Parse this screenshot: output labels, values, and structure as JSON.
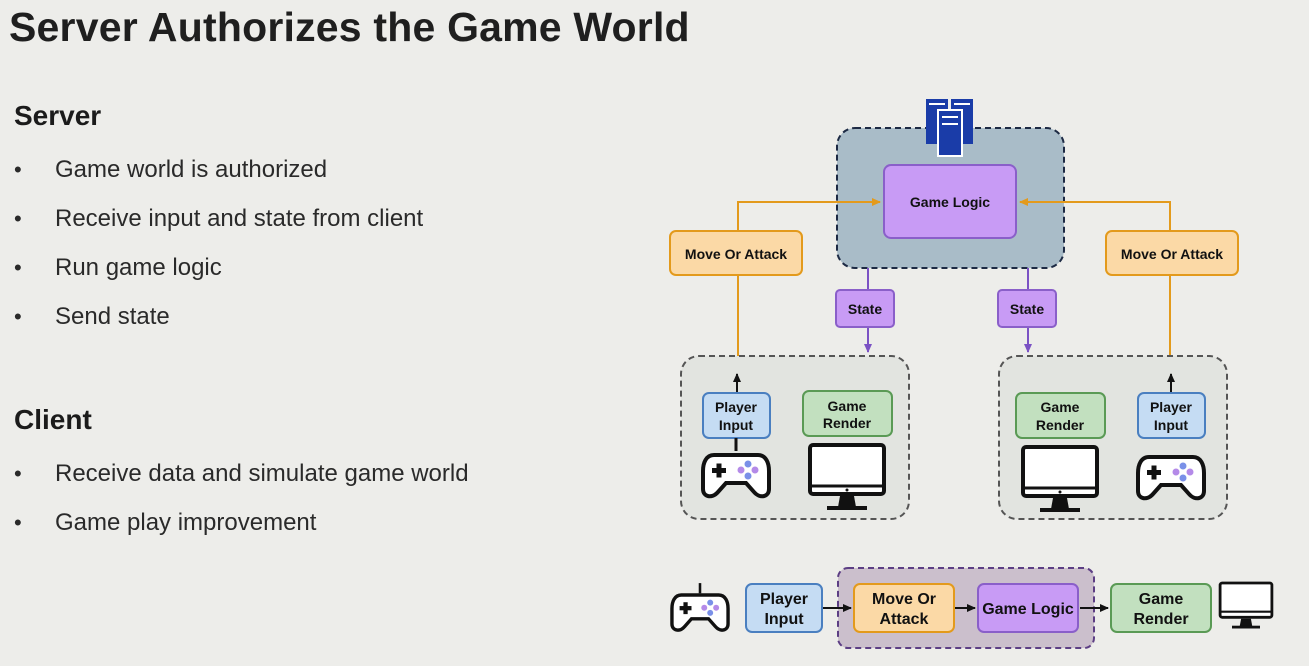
{
  "title": "Server Authorizes the Game World",
  "server": {
    "heading": "Server",
    "bullets": [
      "Game world is authorized",
      "Receive input and state from client",
      "Run game logic",
      "Send state"
    ]
  },
  "client": {
    "heading": "Client",
    "bullets": [
      "Receive data and simulate game world",
      "Game play improvement"
    ]
  },
  "diagram": {
    "game_logic": "Game Logic",
    "move_or_attack": "Move Or Attack",
    "state": "State",
    "player_input": [
      "Player",
      "Input"
    ],
    "game_render": [
      "Game",
      "Render"
    ]
  },
  "pipeline": {
    "player_input": [
      "Player",
      "Input"
    ],
    "move_or_attack": [
      "Move Or",
      "Attack"
    ],
    "game_logic": "Game Logic",
    "game_render": [
      "Game",
      "Render"
    ]
  },
  "colors": {
    "server_zone": "#a9bcc8",
    "game_logic": "#c89bf5",
    "move_attack": "#fbd9a6",
    "orange_line": "#e39a1c",
    "purple_line": "#7b52c4",
    "player_input": "#c5dcf3",
    "game_render": "#c2e0bf",
    "server_icon": "#1a3ca8"
  }
}
